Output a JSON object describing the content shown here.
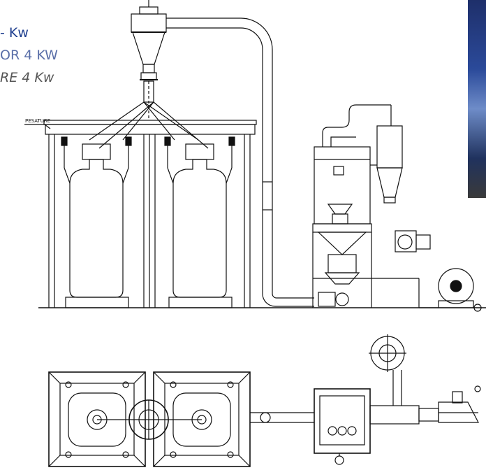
{
  "captions": {
    "line1": "- Kw",
    "line2": "OR 4 KW",
    "line3": "RE 4 Kw"
  },
  "labels": {
    "weighing": "PESATURE"
  },
  "colors": {
    "drawing": "#111111",
    "caption_primary": "#1f3f8f",
    "caption_secondary": "#5a6fa8",
    "caption_tertiary": "#555555"
  }
}
